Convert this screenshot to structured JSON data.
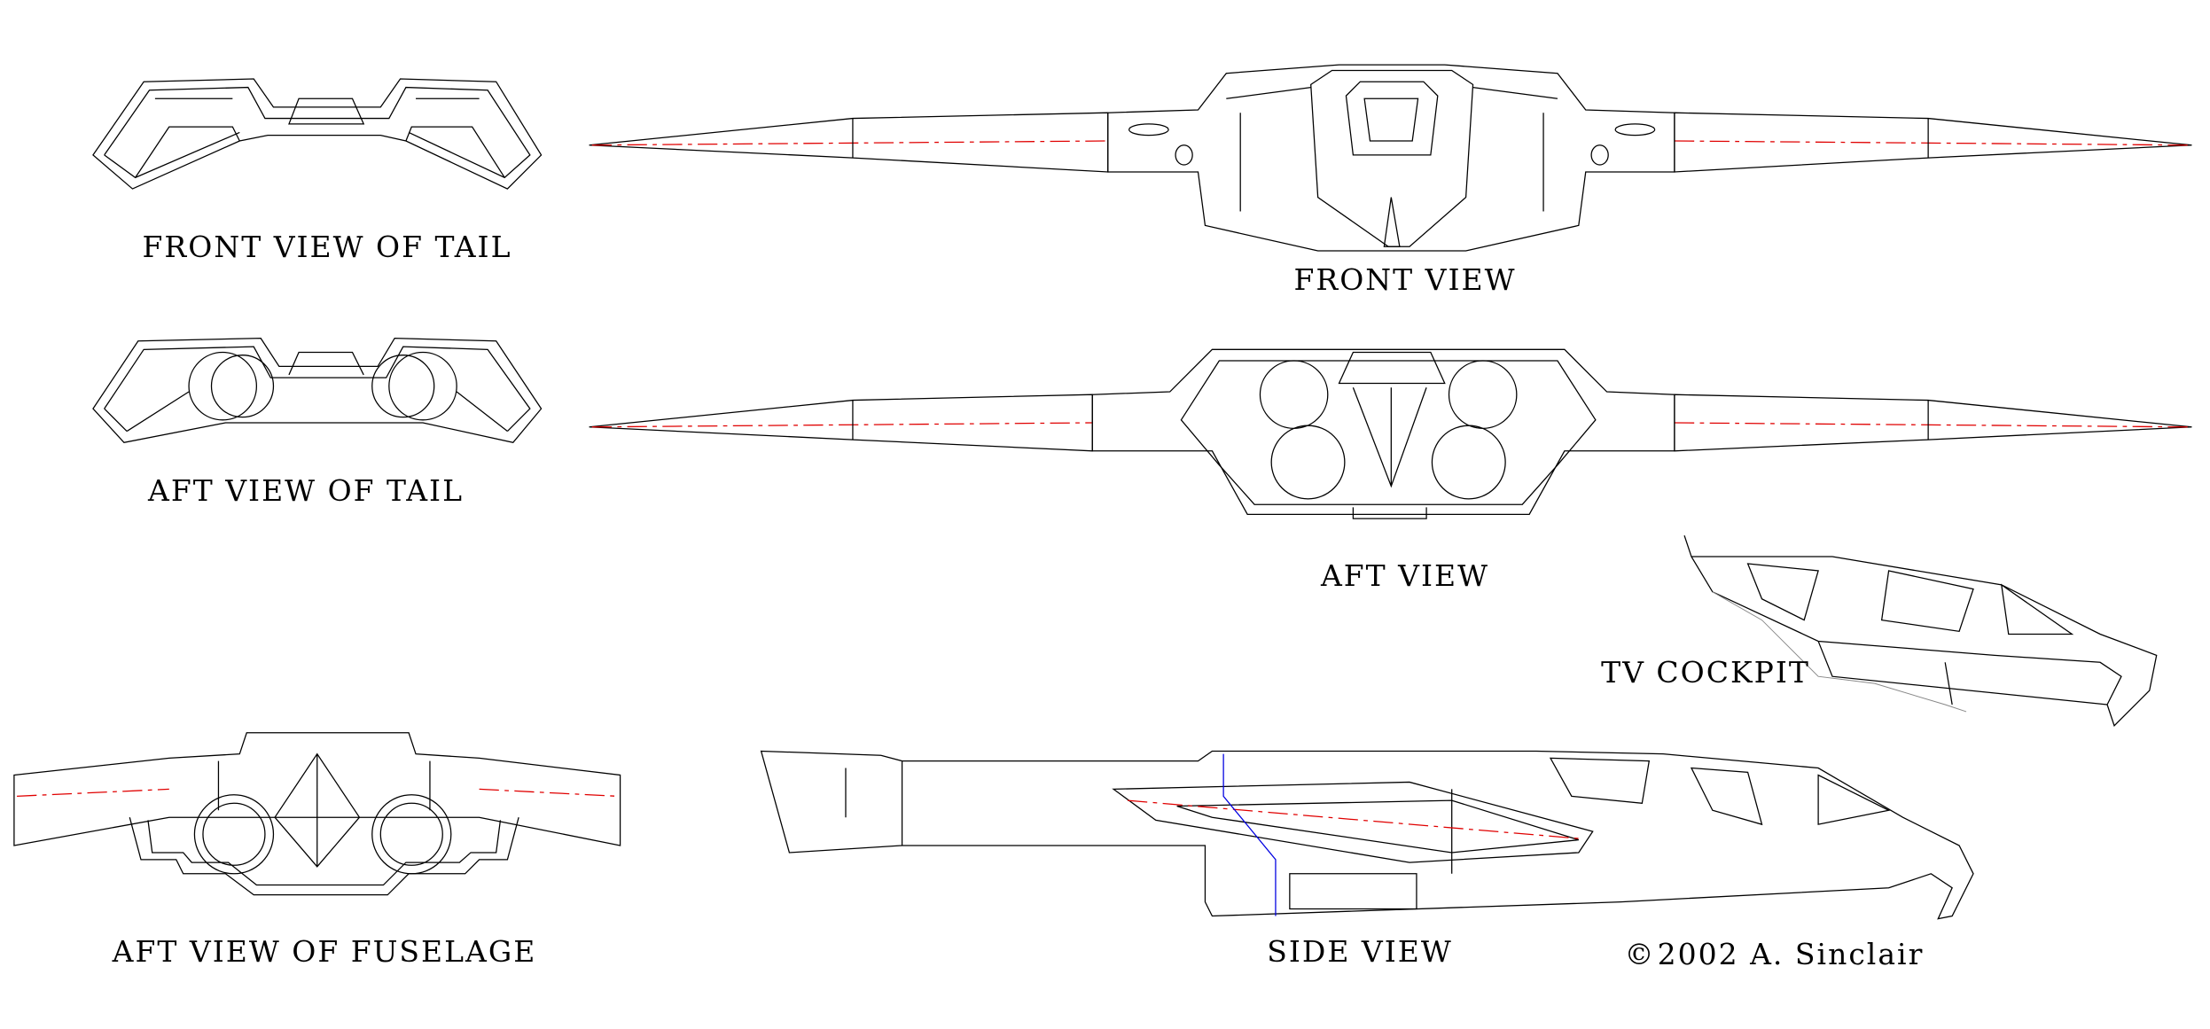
{
  "labels": {
    "front_view_of_tail": "FRONT VIEW OF TAIL",
    "front_view": "FRONT VIEW",
    "aft_view_of_tail": "AFT VIEW OF TAIL",
    "aft_view": "AFT VIEW",
    "tv_cockpit": "TV COCKPIT",
    "aft_view_of_fuselage": "AFT VIEW OF FUSELAGE",
    "side_view": "SIDE VIEW"
  },
  "copyright": {
    "symbol": "©",
    "text": "2002  A. Sinclair"
  },
  "colors": {
    "line": "#000000",
    "centerline": "#e00000",
    "section": "#0000e0"
  }
}
